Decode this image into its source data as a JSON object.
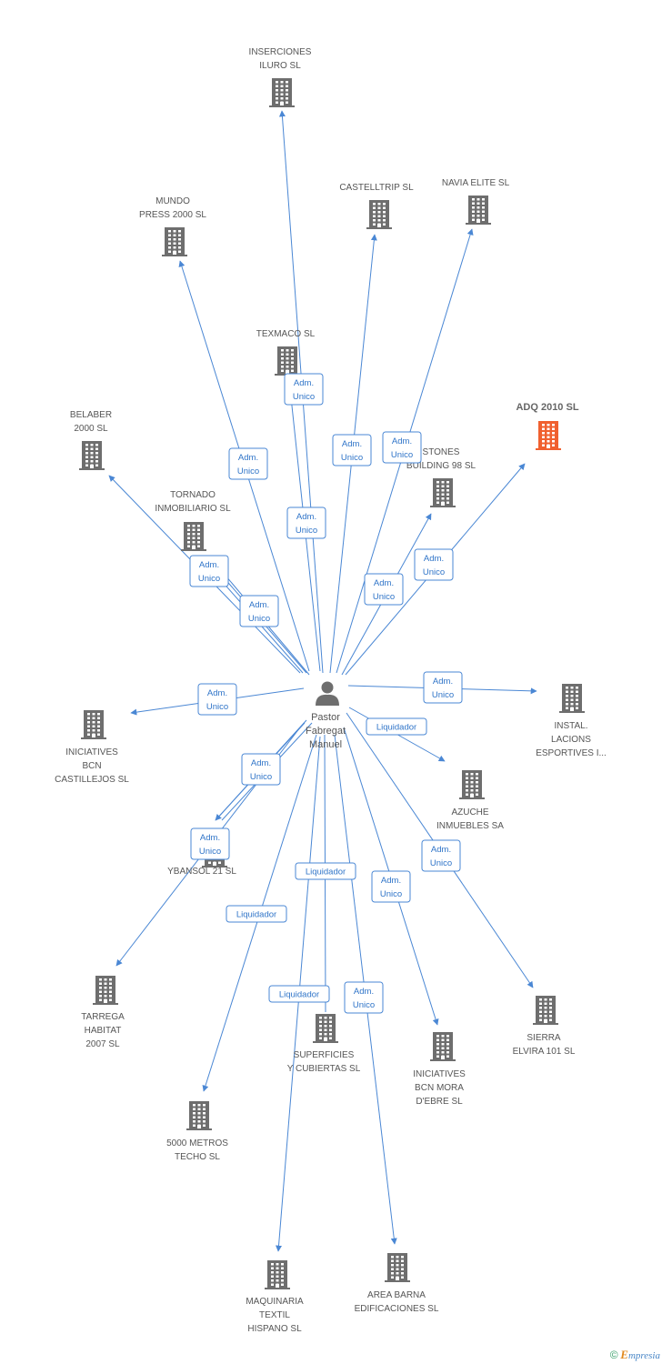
{
  "colors": {
    "edge": "#4a87d4",
    "label_border": "#4a87d4",
    "label_text": "#2f74c8",
    "building": "#6e6e6e",
    "building_highlight": "#f0602f",
    "person": "#6e6e6e"
  },
  "person": {
    "name_lines": [
      "Pastor",
      "Fabregat",
      "Manuel"
    ],
    "icon": "person-icon"
  },
  "companies": [
    {
      "id": "inserciones",
      "lines": [
        "INSERCIONES",
        "ILURO  SL"
      ],
      "highlight": false
    },
    {
      "id": "mundo",
      "lines": [
        "MUNDO",
        "PRESS 2000 SL"
      ],
      "highlight": false
    },
    {
      "id": "castelltrip",
      "lines": [
        "CASTELLTRIP SL"
      ],
      "highlight": false
    },
    {
      "id": "navia",
      "lines": [
        "NAVIA ELITE SL"
      ],
      "highlight": false
    },
    {
      "id": "texmaco",
      "lines": [
        "TEXMACO SL"
      ],
      "highlight": false
    },
    {
      "id": "adq",
      "lines": [
        "ADQ 2010 SL"
      ],
      "highlight": true
    },
    {
      "id": "belaber",
      "lines": [
        "BELABER",
        "2000 SL"
      ],
      "highlight": false
    },
    {
      "id": "stones",
      "lines": [
        "STONES",
        "BUILDING 98 SL"
      ],
      "highlight": false
    },
    {
      "id": "tornado",
      "lines": [
        "TORNADO",
        "INMOBILIARIO SL"
      ],
      "highlight": false
    },
    {
      "id": "instal",
      "lines": [
        "INSTAL.",
        "LACIONS",
        "ESPORTIVES I..."
      ],
      "highlight": false
    },
    {
      "id": "iniciatives_bcn",
      "lines": [
        "INICIATIVES",
        "BCN",
        "CASTILLEJOS SL"
      ],
      "highlight": false
    },
    {
      "id": "azuche",
      "lines": [
        "AZUCHE",
        "INMUEBLES SA"
      ],
      "highlight": false
    },
    {
      "id": "ybansol",
      "lines": [
        "YBANSOL 21 SL"
      ],
      "highlight": false
    },
    {
      "id": "tarrega",
      "lines": [
        "TARREGA",
        "HABITAT",
        "2007 SL"
      ],
      "highlight": false
    },
    {
      "id": "sierra",
      "lines": [
        "SIERRA",
        "ELVIRA 101 SL"
      ],
      "highlight": false
    },
    {
      "id": "superficies",
      "lines": [
        "SUPERFICIES",
        "Y CUBIERTAS SL"
      ],
      "highlight": false
    },
    {
      "id": "iniciatives_mora",
      "lines": [
        "INICIATIVES",
        "BCN MORA",
        "D'EBRE SL"
      ],
      "highlight": false
    },
    {
      "id": "metros",
      "lines": [
        "5000 METROS",
        "TECHO SL"
      ],
      "highlight": false
    },
    {
      "id": "maquinaria",
      "lines": [
        "MAQUINARIA",
        "TEXTIL",
        "HISPANO SL"
      ],
      "highlight": false
    },
    {
      "id": "area_barna",
      "lines": [
        "AREA BARNA",
        "EDIFICACIONES SL"
      ],
      "highlight": false
    }
  ],
  "relations": [
    {
      "to": "inserciones",
      "lines": [
        "Adm.",
        "Unico"
      ]
    },
    {
      "to": "mundo",
      "lines": [
        "Adm.",
        "Unico"
      ]
    },
    {
      "to": "castelltrip",
      "lines": [
        "Adm.",
        "Unico"
      ]
    },
    {
      "to": "navia",
      "lines": [
        "Adm.",
        "Unico"
      ]
    },
    {
      "to": "texmaco",
      "lines": [
        "Adm.",
        "Unico"
      ]
    },
    {
      "to": "adq",
      "lines": [
        "Adm.",
        "Unico"
      ]
    },
    {
      "to": "belaber",
      "lines": [
        "Adm.",
        "Unico"
      ]
    },
    {
      "to": "stones",
      "lines": [
        "Adm.",
        "Unico"
      ]
    },
    {
      "to": "tornado",
      "lines": [
        "Adm.",
        "Unico"
      ]
    },
    {
      "to": "instal",
      "lines": [
        "Adm.",
        "Unico"
      ]
    },
    {
      "to": "iniciatives_bcn",
      "lines": [
        "Adm.",
        "Unico"
      ]
    },
    {
      "to": "azuche",
      "lines": [
        "Liquidador"
      ]
    },
    {
      "to": "ybansol",
      "lines": [
        "Adm.",
        "Unico"
      ]
    },
    {
      "to": "tarrega",
      "lines": [
        "Adm.",
        "Unico"
      ]
    },
    {
      "to": "sierra",
      "lines": [
        "Adm.",
        "Unico"
      ]
    },
    {
      "to": "superficies",
      "lines": [
        "Liquidador"
      ]
    },
    {
      "to": "iniciatives_mora",
      "lines": [
        "Adm.",
        "Unico"
      ]
    },
    {
      "to": "metros",
      "lines": [
        "Liquidador"
      ]
    },
    {
      "to": "maquinaria",
      "lines": [
        "Liquidador"
      ]
    },
    {
      "to": "area_barna",
      "lines": [
        "Adm.",
        "Unico"
      ]
    }
  ],
  "footer": {
    "copyright": "©",
    "brand_initial": "E",
    "brand_rest": "mpresia"
  }
}
